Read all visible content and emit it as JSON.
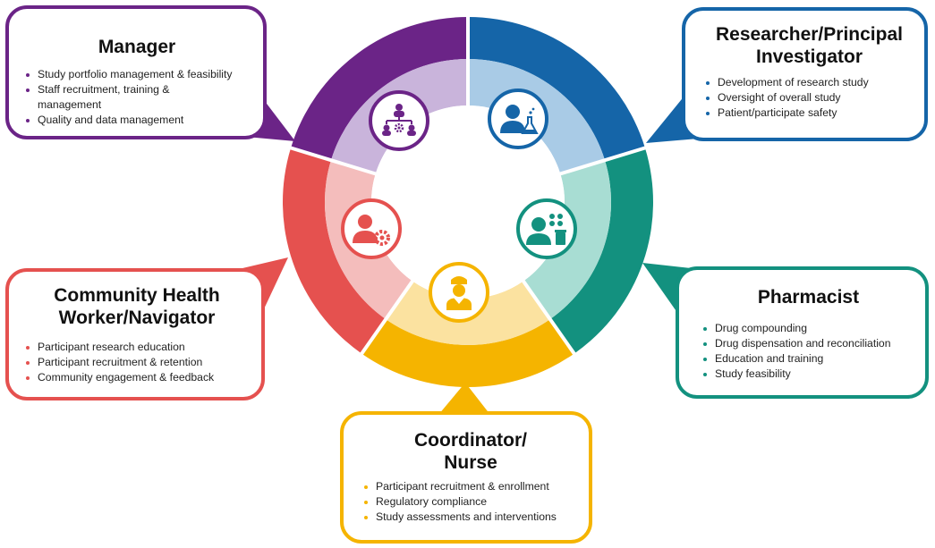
{
  "colors": {
    "manager": "#6B2487",
    "manager_light": "#C9B4DB",
    "researcher": "#1565A8",
    "researcher_light": "#A9CBE6",
    "pharmacist": "#13917F",
    "pharmacist_light": "#A8DDD3",
    "coordinator": "#F5B400",
    "coordinator_light": "#FBE2A0",
    "chw": "#E5514F",
    "chw_light": "#F4BDBC"
  },
  "roles": {
    "manager": {
      "title": "Manager",
      "icon": "org-chart-gear-icon",
      "items": [
        "Study portfolio management & feasibility",
        "Staff recruitment, training &",
        "management",
        "Quality and data management"
      ]
    },
    "researcher": {
      "title_line1": "Researcher/Principal",
      "title_line2": "Investigator",
      "icon": "person-flask-icon",
      "items": [
        "Development of research study",
        "Oversight of overall study",
        "Patient/participate safety"
      ]
    },
    "chw": {
      "title_line1": "Community Health",
      "title_line2": "Worker/Navigator",
      "icon": "person-gear-icon",
      "items": [
        "Participant research education",
        "Participant recruitment & retention",
        "Community engagement & feedback"
      ]
    },
    "pharmacist": {
      "title": "Pharmacist",
      "icon": "person-pills-icon",
      "items": [
        "Drug compounding",
        "Drug dispensation and reconciliation",
        "Education and training",
        "Study feasibility"
      ]
    },
    "coordinator": {
      "title_line1": "Coordinator/",
      "title_line2": "Nurse",
      "icon": "nurse-icon",
      "items": [
        "Participant recruitment & enrollment",
        "Regulatory compliance",
        "Study assessments and interventions"
      ]
    }
  }
}
